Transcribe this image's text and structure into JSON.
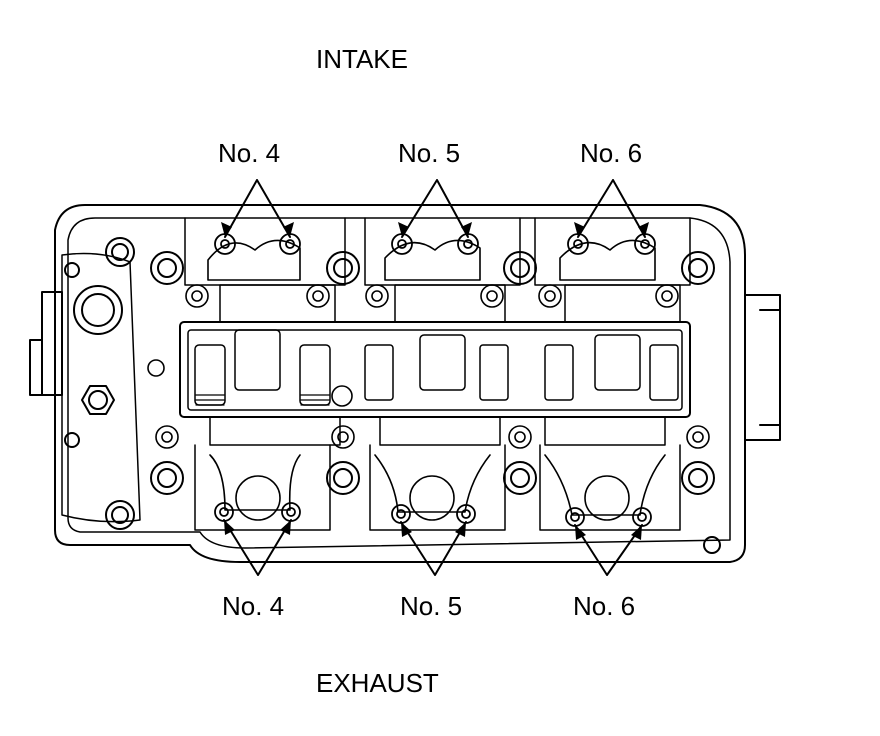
{
  "labels": {
    "intake": "INTAKE",
    "exhaust": "EXHAUST",
    "top": [
      "No. 4",
      "No. 5",
      "No. 6"
    ],
    "bottom": [
      "No. 4",
      "No. 5",
      "No. 6"
    ]
  },
  "colors": {
    "ink": "#000000",
    "paper": "#ffffff"
  }
}
